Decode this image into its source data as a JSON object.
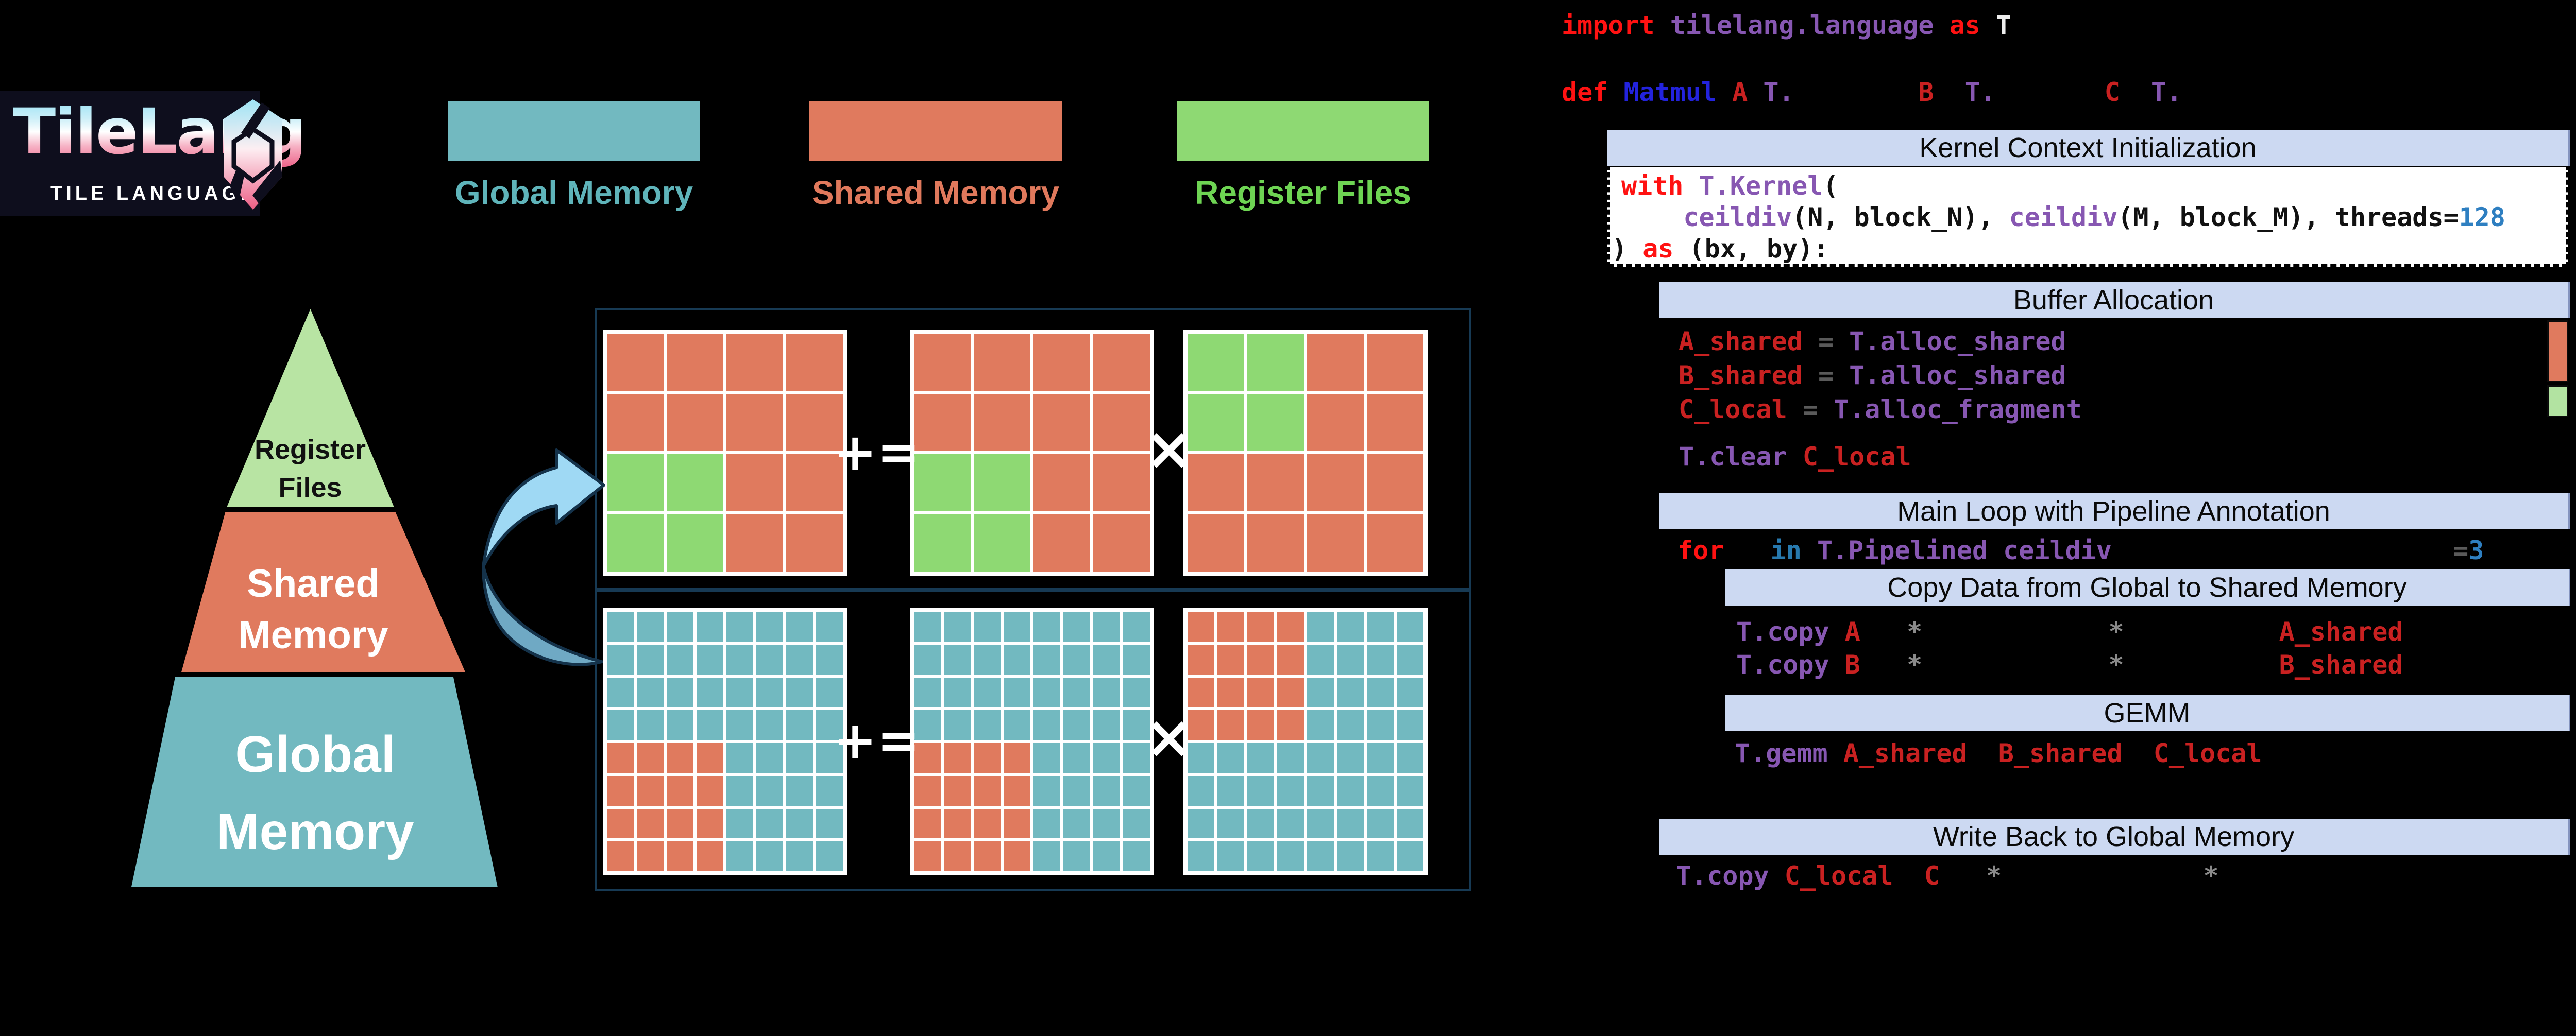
{
  "logo": {
    "title": "TileLang",
    "subtitle": "TILE LANGUAGE"
  },
  "legend": {
    "items": [
      {
        "label": "Global Memory",
        "color": "#72b9c0",
        "text_color": "#5fb4ba"
      },
      {
        "label": "Shared Memory",
        "color": "#e07a5e",
        "text_color": "#e0795c"
      },
      {
        "label": "Register Files",
        "color": "#8ed973",
        "text_color": "#6ed453"
      }
    ]
  },
  "pyramid": {
    "levels": [
      {
        "label_lines": [
          "Register",
          "Files"
        ],
        "color": "#b8e4a3",
        "text_color": "#111111"
      },
      {
        "label_lines": [
          "Shared",
          "Memory"
        ],
        "color": "#e07a5e",
        "text_color": "#ffffff"
      },
      {
        "label_lines": [
          "Global",
          "Memory"
        ],
        "color": "#72b9c0",
        "text_color": "#ffffff"
      }
    ]
  },
  "diagram": {
    "plus_equals": "+=",
    "times": "×",
    "cell_colors": {
      "s": "#e07a5e",
      "g": "#8ed973",
      "t": "#72b9c0"
    },
    "top_row": {
      "grids": [
        [
          "ssss",
          "ssss",
          "ggss",
          "ggss"
        ],
        [
          "ssss",
          "ssss",
          "ggss",
          "ggss"
        ],
        [
          "ggss",
          "ggss",
          "ssss",
          "ssss"
        ]
      ]
    },
    "bottom_row": {
      "grids": [
        [
          "tttttttt",
          "tttttttt",
          "tttttttt",
          "tttttttt",
          "sssstttt",
          "sssstttt",
          "sssstttt",
          "sssstttt"
        ],
        [
          "tttttttt",
          "tttttttt",
          "tttttttt",
          "tttttttt",
          "sssstttt",
          "sssstttt",
          "sssstttt",
          "sssstttt"
        ],
        [
          "sssstttt",
          "sssstttt",
          "sssstttt",
          "sssstttt",
          "tttttttt",
          "tttttttt",
          "tttttttt",
          "tttttttt"
        ]
      ]
    }
  },
  "sections": {
    "kernel": "Kernel Context Initialization",
    "buffer": "Buffer Allocation",
    "main_loop": "Main Loop with Pipeline Annotation",
    "copy": "Copy Data from Global to Shared Memory",
    "gemm": "GEMM",
    "writeback": "Write Back to Global Memory"
  },
  "code": {
    "lines": {
      "import_line": [
        [
          "import ",
          "kw"
        ],
        [
          "tilelang.language ",
          "ns"
        ],
        [
          "as ",
          "kw"
        ],
        [
          "T",
          "wh"
        ]
      ],
      "def_line": [
        [
          "def ",
          "kw"
        ],
        [
          "Matmul",
          "fn"
        ],
        [
          " ",
          "pl"
        ],
        [
          "A",
          "var"
        ],
        [
          " ",
          "pl"
        ],
        [
          "T.",
          "ns"
        ],
        [
          "        ",
          "pl"
        ],
        [
          "B",
          "var"
        ],
        [
          "  ",
          "pl"
        ],
        [
          "T.",
          "ns"
        ],
        [
          "       ",
          "pl"
        ],
        [
          "C",
          "var"
        ],
        [
          "  ",
          "pl"
        ],
        [
          "T.",
          "ns"
        ]
      ],
      "with_line": [
        [
          "with ",
          "kw"
        ],
        [
          "T.Kernel",
          "ns"
        ],
        [
          "(",
          "blk"
        ]
      ],
      "ceildiv_line": [
        [
          "    ",
          "pl"
        ],
        [
          "ceildiv",
          "ns"
        ],
        [
          "(N, block_N), ",
          "blk"
        ],
        [
          "ceildiv",
          "ns"
        ],
        [
          "(M, block_M), ",
          "blk"
        ],
        [
          "threads=",
          "blk"
        ],
        [
          "128",
          "num"
        ]
      ],
      "as_line": [
        [
          ") ",
          "blk"
        ],
        [
          "as ",
          "kw"
        ],
        [
          "(bx, by):",
          "blk"
        ]
      ],
      "a_shared": [
        [
          "A_shared ",
          "var"
        ],
        [
          "= ",
          "eq"
        ],
        [
          "T.alloc_shared",
          "ns"
        ]
      ],
      "b_shared": [
        [
          "B_shared ",
          "var"
        ],
        [
          "= ",
          "eq"
        ],
        [
          "T.alloc_shared",
          "ns"
        ]
      ],
      "c_local": [
        [
          "C_local ",
          "var"
        ],
        [
          "= ",
          "eq"
        ],
        [
          "T.alloc_fragment",
          "ns"
        ]
      ],
      "t_clear": [
        [
          "T.clear ",
          "ns"
        ],
        [
          "C_local",
          "var"
        ]
      ],
      "for_line": [
        [
          "for",
          "kw"
        ],
        [
          "   ",
          "pl"
        ],
        [
          "in ",
          "kw2"
        ],
        [
          "T.Pipelined ",
          "ns"
        ],
        [
          "ceildiv",
          "ns"
        ],
        [
          "                      ",
          "pl"
        ],
        [
          "=",
          "eq"
        ],
        [
          "3",
          "num"
        ]
      ],
      "copy_a": [
        [
          "T.copy ",
          "ns"
        ],
        [
          "A",
          "var"
        ],
        [
          "   ",
          "pl"
        ],
        [
          "*",
          "ast"
        ],
        [
          "            ",
          "pl"
        ],
        [
          "*",
          "ast"
        ],
        [
          "          ",
          "pl"
        ],
        [
          "A_shared",
          "var"
        ]
      ],
      "copy_b": [
        [
          "T.copy ",
          "ns"
        ],
        [
          "B",
          "var"
        ],
        [
          "   ",
          "pl"
        ],
        [
          "*",
          "ast"
        ],
        [
          "            ",
          "pl"
        ],
        [
          "*",
          "ast"
        ],
        [
          "          ",
          "pl"
        ],
        [
          "B_shared",
          "var"
        ]
      ],
      "gemm_line": [
        [
          "T.gemm ",
          "ns"
        ],
        [
          "A_shared",
          "var"
        ],
        [
          "  ",
          "pl"
        ],
        [
          "B_shared",
          "var"
        ],
        [
          "  ",
          "pl"
        ],
        [
          "C_local",
          "var"
        ]
      ],
      "write_line": [
        [
          "T.copy ",
          "ns"
        ],
        [
          "C_local",
          "var"
        ],
        [
          "  ",
          "pl"
        ],
        [
          "C",
          "var"
        ],
        [
          "   ",
          "pl"
        ],
        [
          "*",
          "ast"
        ],
        [
          "             ",
          "pl"
        ],
        [
          "*",
          "ast"
        ]
      ]
    }
  },
  "colors": {
    "banner_blue": "#ccd9f2",
    "shared_salmon": "#e07a5e",
    "register_light": "#b2e3a1",
    "global_teal": "#72b9c0",
    "arrow_light": "#9fd9f4",
    "arrow_dark": "#6fa9c4",
    "box_border": "#173a54"
  }
}
